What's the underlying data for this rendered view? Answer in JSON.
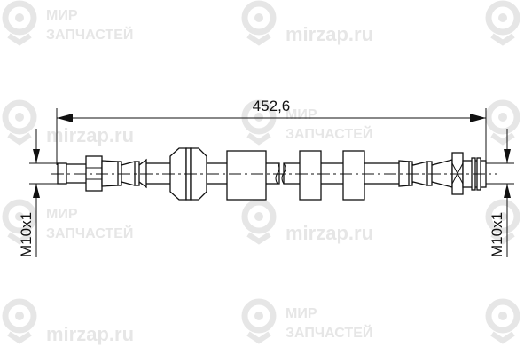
{
  "drawing": {
    "length_label": "452,6",
    "left_thread_label": "M10x1",
    "right_thread_label": "M10x1"
  },
  "watermark": {
    "line1": "МИР",
    "line2": "ЗАПЧАСТЕЙ",
    "url": "mirzap.ru",
    "color": "#e6e6e6"
  }
}
